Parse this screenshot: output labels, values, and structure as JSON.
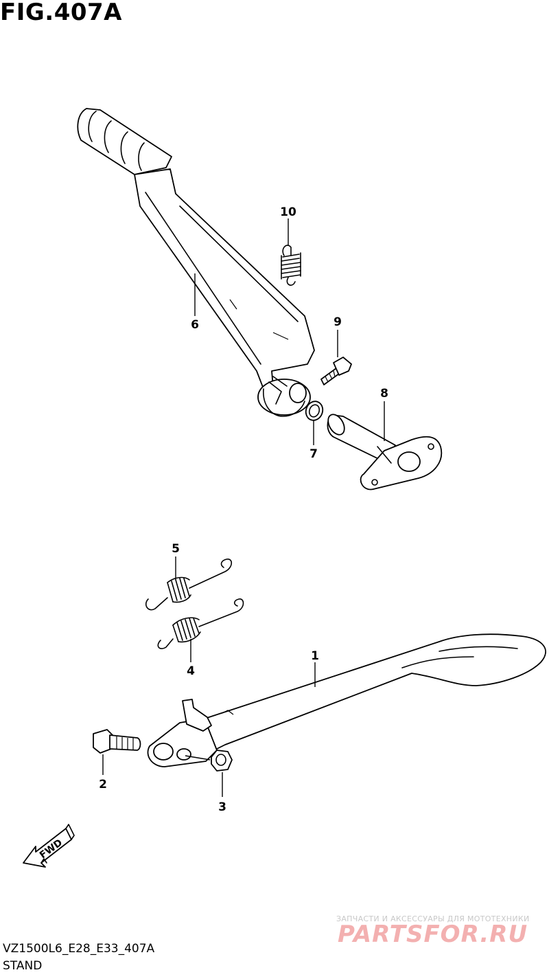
{
  "figure": {
    "title": "FIG.407A",
    "model_code": "VZ1500L6_E28_E33_407A",
    "caption": "STAND"
  },
  "callouts": [
    "1",
    "2",
    "3",
    "4",
    "5",
    "6",
    "7",
    "8",
    "9",
    "10"
  ],
  "direction_arrow": {
    "label": "FWD",
    "icon": "fwd-arrow-icon"
  },
  "watermark": {
    "text": "ЗАПЧАСТИ И АКСЕССУАРЫ ДЛЯ МОТОТЕХНИКИ",
    "brand": "PARTSFOR.RU",
    "color": "#f3b0b0"
  }
}
